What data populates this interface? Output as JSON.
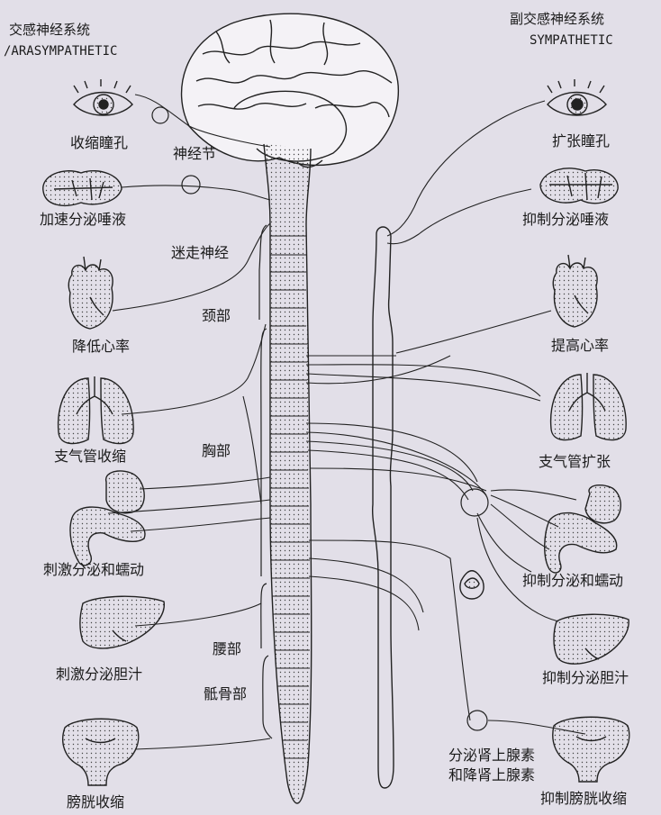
{
  "header_left": {
    "title": "交感神经系统",
    "subtitle": "/ARASYMPATHETIC"
  },
  "header_right": {
    "title": "副交感神经系统",
    "subtitle": "SYMPATHETIC"
  },
  "left_labels": [
    "收缩瞳孔",
    "加速分泌唾液",
    "降低心率",
    "支气管收缩",
    "刺激分泌和蠕动",
    "刺激分泌胆汁",
    "膀胱收缩"
  ],
  "right_labels": [
    "扩张瞳孔",
    "抑制分泌唾液",
    "提高心率",
    "支气管扩张",
    "抑制分泌和蠕动",
    "抑制分泌胆汁",
    "分泌肾上腺素",
    "和降肾上腺素",
    "抑制膀胱收缩"
  ],
  "center_labels": {
    "ganglion": "神经节",
    "vagus": "迷走神经",
    "cervical": "颈部",
    "thoracic": "胸部",
    "lumbar": "腰部",
    "sacral": "骶骨部"
  },
  "icons": [
    "brain-icon",
    "eye-icon",
    "salivary-gland-icon",
    "heart-icon",
    "lungs-icon",
    "stomach-intestine-icon",
    "liver-icon",
    "bladder-icon",
    "adrenal-gland-icon",
    "spinal-cord-icon",
    "sympathetic-chain-icon",
    "ganglion-icon"
  ]
}
